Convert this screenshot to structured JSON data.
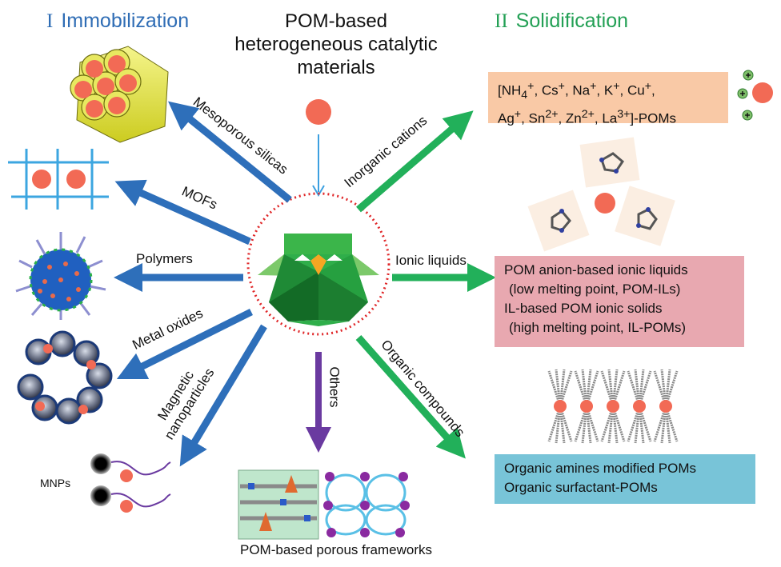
{
  "sections": {
    "immobilization": {
      "numeral": "I",
      "title": "Immobilization",
      "color": "#2f6db5"
    },
    "solidification": {
      "numeral": "II",
      "title": "Solidification",
      "color": "#23a055"
    }
  },
  "center": {
    "title_lines": [
      "POM-based",
      "heterogeneous catalytic",
      "materials"
    ],
    "pom_color": "#f26a55",
    "ring_color": "#e0282a",
    "cluster_color": "#2fae4a"
  },
  "immobilization_routes": [
    {
      "label": "Mesoporous silicas",
      "target": "mesoporous-silica-bundle"
    },
    {
      "label": "MOFs",
      "target": "mof-grid"
    },
    {
      "label": "Polymers",
      "target": "polymer-sphere"
    },
    {
      "label": "Metal oxides",
      "target": "metal-oxide-ring"
    },
    {
      "label": "Magnetic nanoparticles",
      "label_lines": [
        "Magnetic",
        "nanoparticles"
      ],
      "target": "mnps"
    }
  ],
  "solidification_routes": [
    {
      "label": "Inorganic cations",
      "target": "cations-box"
    },
    {
      "label": "Ionic liquids",
      "target": "ionic-liquids-box"
    },
    {
      "label": "Organic compounds",
      "target": "organic-box"
    }
  ],
  "others_route": {
    "label": "Others",
    "color": "#6a3aa0",
    "caption": "POM-based porous frameworks"
  },
  "mnps_label": "MNPs",
  "cations_box": {
    "line1": "[NH4+, Cs+, Na+, K+, Cu+,",
    "line2": "Ag+, Sn2+, Zn2+, La3+]-POMs",
    "color": "#f9c9a6"
  },
  "ionic_liquids_box": {
    "lines": [
      "POM anion-based ionic liquids",
      " (low melting point, POM-ILs)",
      "IL-based POM ionic solids",
      " (high melting point, IL-POMs)"
    ],
    "color": "#e8a8b0"
  },
  "organic_box": {
    "lines": [
      "Organic amines modified POMs",
      "Organic surfactant-POMs"
    ],
    "color": "#78c4d8"
  },
  "colors": {
    "blue_arrow": "#2e6fba",
    "green_arrow": "#22b05a",
    "thin_arrow": "#3ca0e0"
  }
}
